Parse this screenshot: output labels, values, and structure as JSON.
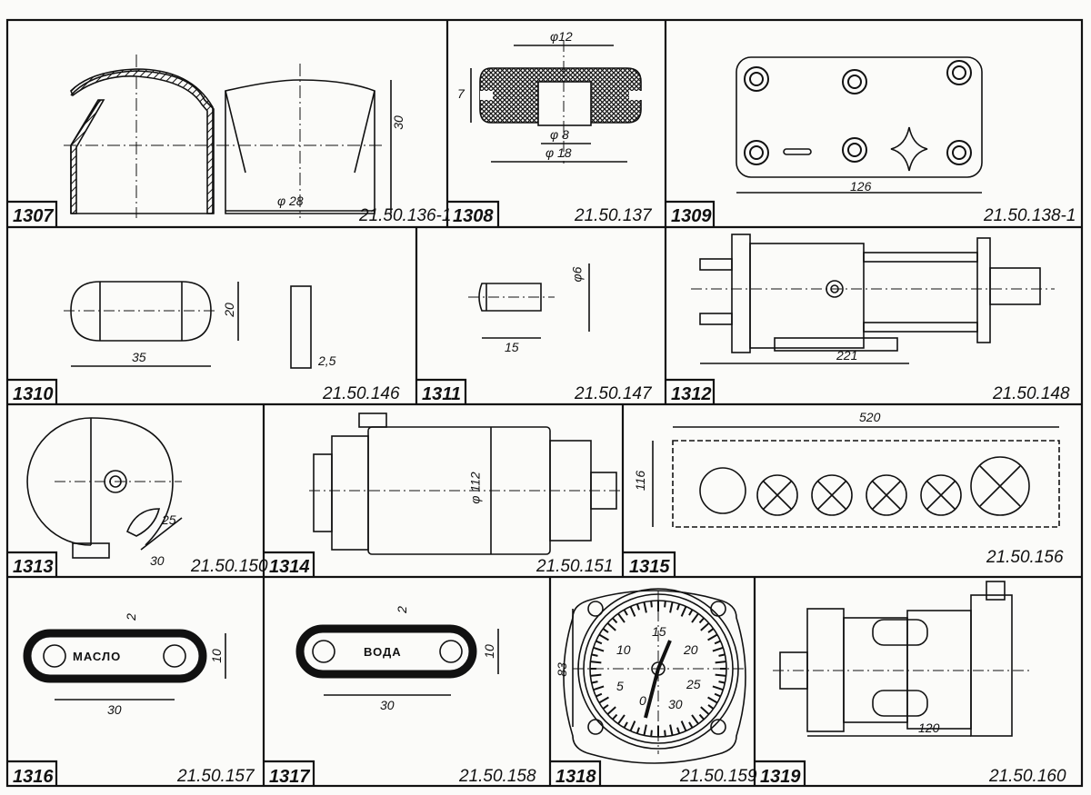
{
  "cells": [
    {
      "id": "1307",
      "code": "21.50.136-1",
      "dims": [
        "30",
        "φ 28"
      ]
    },
    {
      "id": "1308",
      "code": "21.50.137",
      "dims": [
        "φ12",
        "7",
        "φ 8",
        "φ 18"
      ]
    },
    {
      "id": "1309",
      "code": "21.50.138-1",
      "dims": [
        "126"
      ]
    },
    {
      "id": "1310",
      "code": "21.50.146",
      "dims": [
        "35",
        "20",
        "2,5"
      ]
    },
    {
      "id": "1311",
      "code": "21.50.147",
      "dims": [
        "15",
        "φ6"
      ]
    },
    {
      "id": "1312",
      "code": "21.50.148",
      "dims": [
        "221"
      ]
    },
    {
      "id": "1313",
      "code": "21.50.150",
      "dims": [
        "25",
        "30"
      ]
    },
    {
      "id": "1314",
      "code": "21.50.151",
      "dims": [
        "φ 112"
      ]
    },
    {
      "id": "1315",
      "code": "21.50.156",
      "dims": [
        "520",
        "116"
      ]
    },
    {
      "id": "1316",
      "code": "21.50.157",
      "dims": [
        "2",
        "10",
        "30"
      ],
      "plate_text": "МАСЛО"
    },
    {
      "id": "1317",
      "code": "21.50.158",
      "dims": [
        "2",
        "10",
        "30"
      ],
      "plate_text": "ВОДА"
    },
    {
      "id": "1318",
      "code": "21.50.159",
      "dims": [
        "83"
      ],
      "scale": [
        "0",
        "5",
        "10",
        "15",
        "20",
        "25",
        "30"
      ]
    },
    {
      "id": "1319",
      "code": "21.50.160",
      "dims": [
        "120"
      ]
    }
  ]
}
